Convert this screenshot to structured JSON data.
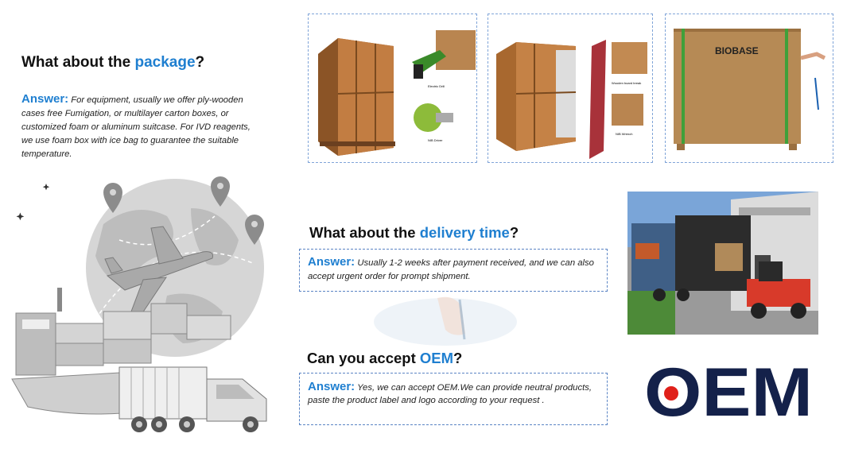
{
  "package": {
    "heading_prefix": "What about the ",
    "heading_accent": "package",
    "heading_suffix": "?",
    "answer_label": "Answer:",
    "answer_text": " For equipment, usually we offer ply-wooden cases free Fumigation, or multilayer carton boxes, or customized foam or aluminum suitcase. For IVD reagents, we use foam box with ice bag to guarantee the suitable temperature."
  },
  "delivery": {
    "heading_prefix": "What about the ",
    "heading_accent": "delivery time",
    "heading_suffix": "?",
    "answer_label": "Answer:",
    "answer_text": " Usually 1-2 weeks after payment received, and we can also accept urgent order for prompt shipment."
  },
  "oem": {
    "heading_prefix": "Can you accept ",
    "heading_accent": "OEM",
    "heading_suffix": "?",
    "answer_label": "Answer:",
    "answer_text": " Yes, we can accept OEM.We can provide neutral products, paste the product label and logo according to your request ."
  },
  "brand": {
    "carton_logo": "BIOBASE",
    "oem_logo": "OEM"
  },
  "photo_captions": {
    "crate1_a": "Electric Drill",
    "crate1_b": "NIB Driver",
    "crate2_a": "Wooden board break",
    "crate2_b": "NIB Wrench"
  },
  "colors": {
    "accent_blue": "#1f7fd0",
    "navy": "#14214a",
    "oem_red": "#e0201a",
    "wood": "#b9763e",
    "cardboard": "#b68a55"
  }
}
